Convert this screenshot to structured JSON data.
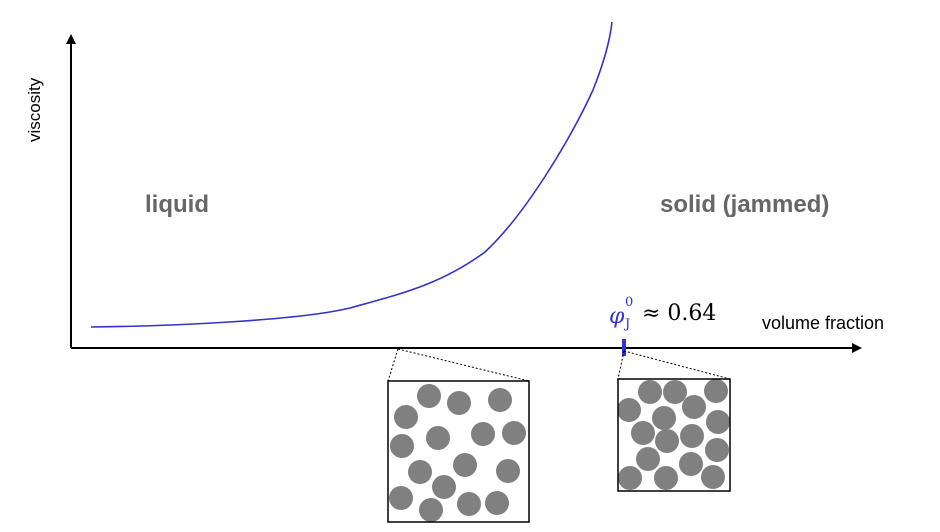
{
  "axes": {
    "y_label": "viscosity",
    "x_label": "volume fraction"
  },
  "regions": {
    "left": "liquid",
    "right": "solid (jammed)"
  },
  "jamming_point": {
    "symbol": "φ",
    "superscript": "0",
    "subscript": "J",
    "approx": "≈ 0.64",
    "value": 0.64
  },
  "colors": {
    "curve": "#3333cc",
    "marker": "#3333cc",
    "region_text": "#666666",
    "particle": "#808080",
    "axis": "#000000"
  },
  "insets": [
    {
      "name": "liquid-packing",
      "description_state": "loose"
    },
    {
      "name": "jammed-packing",
      "description_state": "dense"
    }
  ]
}
